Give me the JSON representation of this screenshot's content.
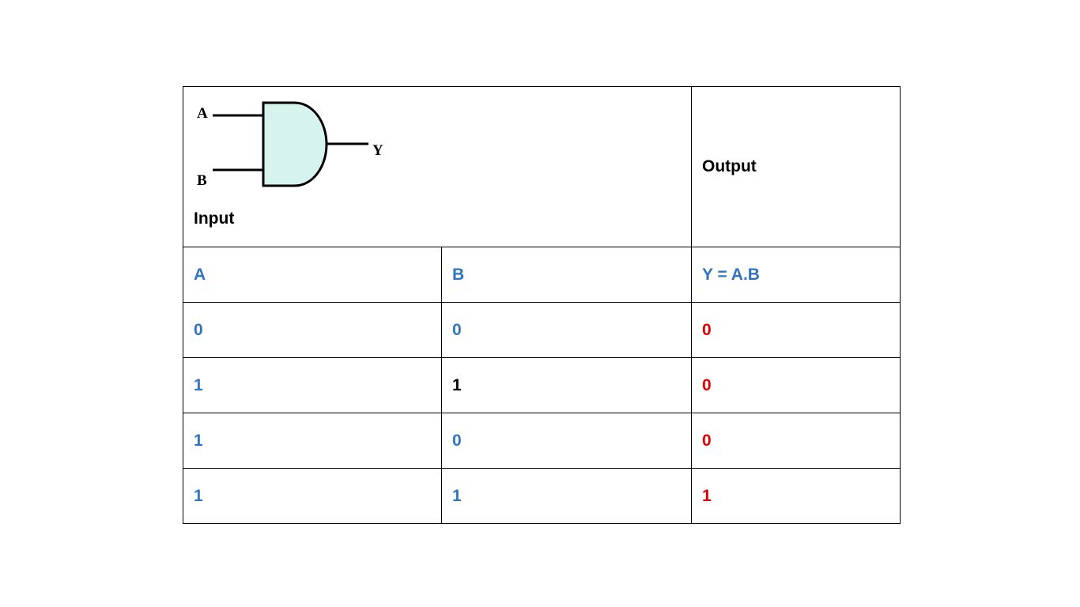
{
  "gate": {
    "label_a": "A",
    "label_b": "B",
    "label_y": "Y",
    "fill_color": "#d6f3ee"
  },
  "header": {
    "input_label": "Input",
    "output_label": "Output"
  },
  "columns": {
    "a": "A",
    "b": "B",
    "y": "Y = A.B"
  },
  "rows": [
    {
      "a": "0",
      "b": "0",
      "y": "0"
    },
    {
      "a": "1",
      "b": "1",
      "y": "0"
    },
    {
      "a": "1",
      "b": "0",
      "y": "0"
    },
    {
      "a": "1",
      "b": "1",
      "y": "1"
    }
  ],
  "colors": {
    "header_blue": "#2e74c0",
    "output_red": "#e00000"
  }
}
